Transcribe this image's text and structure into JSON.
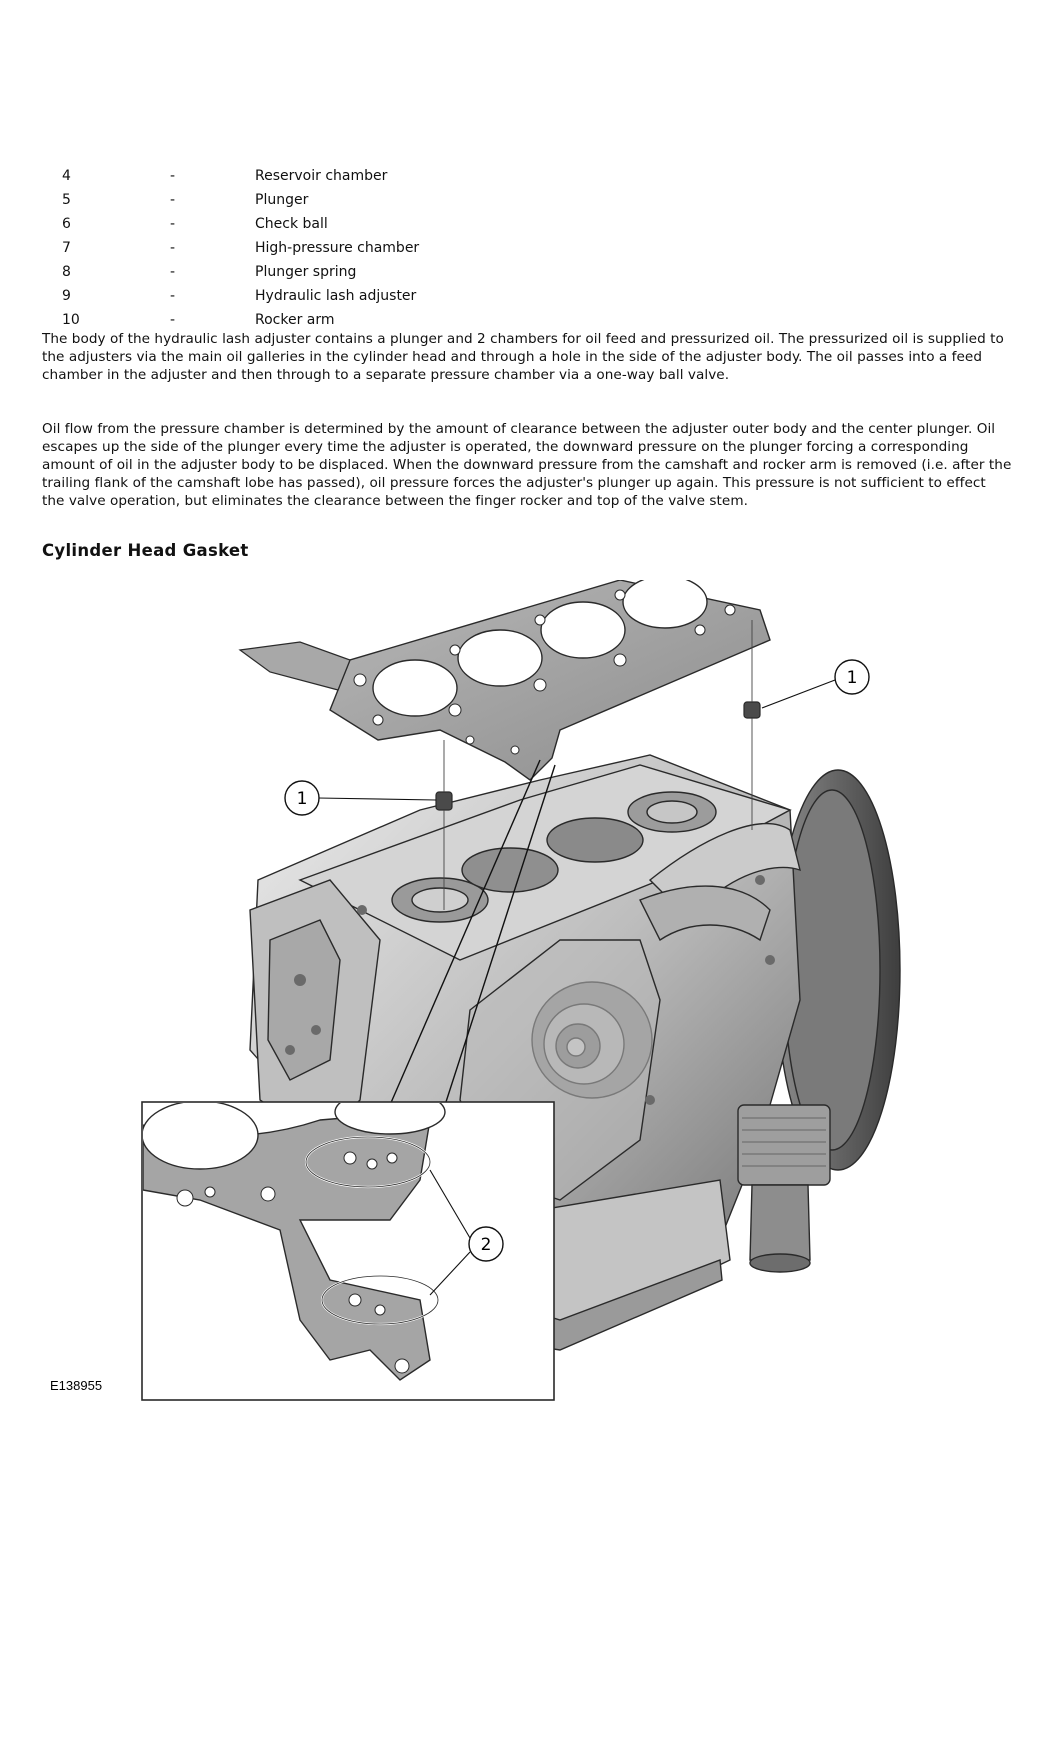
{
  "legend": [
    {
      "num": "4",
      "dash": "-",
      "text": "Reservoir chamber"
    },
    {
      "num": "5",
      "dash": "-",
      "text": "Plunger"
    },
    {
      "num": "6",
      "dash": "-",
      "text": "Check ball"
    },
    {
      "num": "7",
      "dash": "-",
      "text": "High-pressure chamber"
    },
    {
      "num": "8",
      "dash": "-",
      "text": "Plunger spring"
    },
    {
      "num": "9",
      "dash": "-",
      "text": "Hydraulic lash adjuster"
    },
    {
      "num": "10",
      "dash": "-",
      "text": "Rocker arm"
    }
  ],
  "paragraphs": [
    "The body of the hydraulic lash adjuster contains a plunger and 2 chambers for oil feed and pressurized oil. The pressurized oil is supplied to the adjusters via the main oil galleries in the cylinder head and through a hole in the side of the adjuster body. The oil passes into a feed chamber in the adjuster and then through to a separate pressure chamber via a one-way ball valve.",
    "Oil flow from the pressure chamber is determined by the amount of clearance between the adjuster outer body and the center plunger. Oil escapes up the side of the plunger every time the adjuster is operated, the downward pressure on the plunger forcing a corresponding amount of oil in the adjuster body to be displaced. When the downward pressure from the camshaft and rocker arm is removed (i.e. after the trailing flank of the camshaft lobe has passed), oil pressure forces the adjuster's plunger up again. This pressure is not sufficient to effect the valve operation, but eliminates the clearance between the finger rocker and top of the valve stem."
  ],
  "section_title": "Cylinder Head Gasket",
  "figure": {
    "callouts": [
      "1",
      "1",
      "2"
    ],
    "figure_id": "E138955"
  },
  "colors": {
    "text": "#111111",
    "metal_light": "#d8d8d8",
    "metal_mid": "#a9a9a9",
    "metal_dark": "#5c5c5c",
    "outline": "#2a2a2a"
  }
}
